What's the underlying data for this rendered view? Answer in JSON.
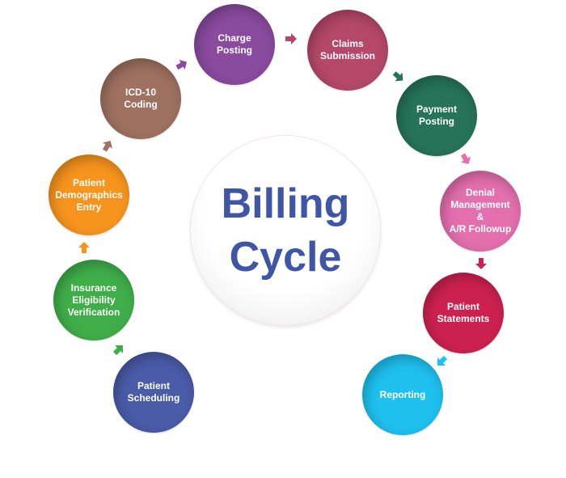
{
  "center": {
    "title": "Billing\nCycle",
    "color": "#3f55a5"
  },
  "steps": [
    {
      "label": "Patient\nScheduling",
      "color": "#4a5ba8"
    },
    {
      "label": "Insurance\nEligibility\nVerification",
      "color": "#3fae49"
    },
    {
      "label": "Patient\nDemographics\nEntry",
      "color": "#f7941d"
    },
    {
      "label": "ICD-10\nCoding",
      "color": "#9e7160"
    },
    {
      "label": "Charge\nPosting",
      "color": "#8a4a9e"
    },
    {
      "label": "Claims\nSubmission",
      "color": "#b5476a"
    },
    {
      "label": "Payment\nPosting",
      "color": "#267359"
    },
    {
      "label": "Denial\nManagement\n&\nA/R Followup",
      "color": "#e36fae"
    },
    {
      "label": "Patient\nStatements",
      "color": "#cc2150"
    },
    {
      "label": "Reporting",
      "color": "#1ec0ef"
    }
  ]
}
